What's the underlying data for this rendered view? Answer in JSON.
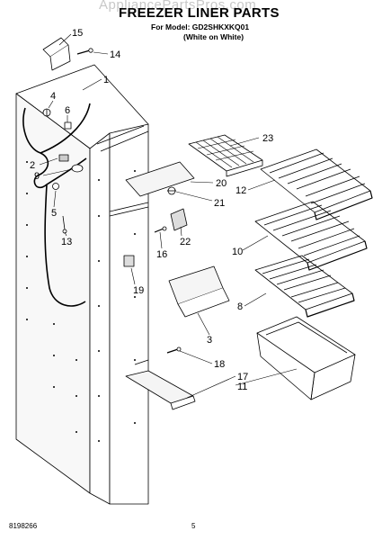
{
  "header": {
    "watermark": "AppliancePartsPros.com",
    "title": "FREEZER LINER PARTS",
    "model_line": "For Model: GD2SHKXKQ01",
    "color_line": "(White on White)"
  },
  "callouts": [
    "15",
    "14",
    "1",
    "4",
    "6",
    "2",
    "9",
    "5",
    "13",
    "23",
    "20",
    "21",
    "12",
    "22",
    "16",
    "10",
    "19",
    "8",
    "3",
    "18",
    "17",
    "11"
  ],
  "footer": {
    "part_number": "8198266",
    "page_number": "5"
  }
}
